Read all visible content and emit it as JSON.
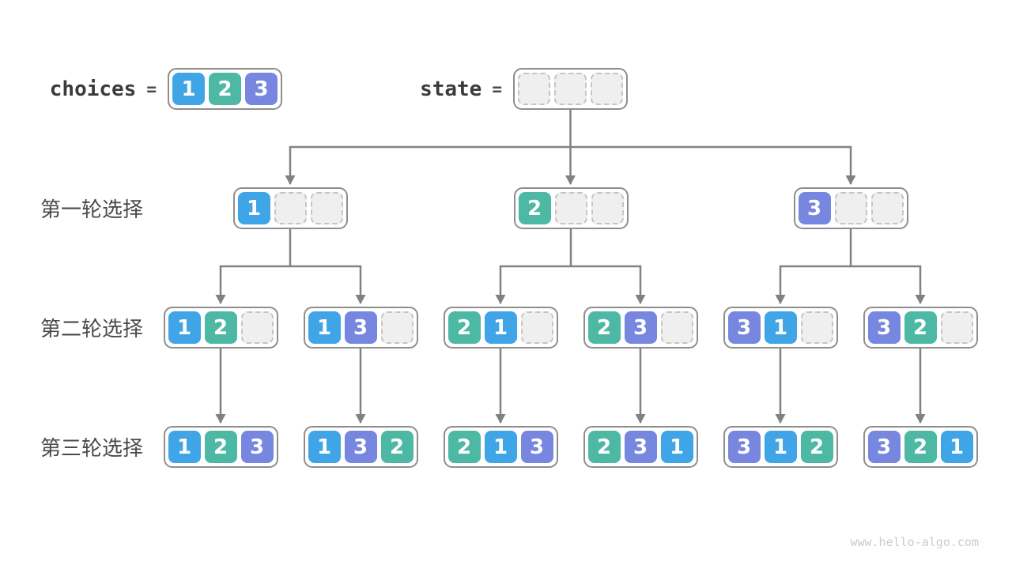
{
  "header": {
    "choices_label": "choices",
    "state_label": "state",
    "equals": "=",
    "choices_values": [
      "1",
      "2",
      "3"
    ],
    "state_cells": [
      null,
      null,
      null
    ]
  },
  "rows": [
    {
      "label": "第一轮选择",
      "nodes": [
        [
          "1",
          null,
          null
        ],
        [
          "2",
          null,
          null
        ],
        [
          "3",
          null,
          null
        ]
      ]
    },
    {
      "label": "第二轮选择",
      "nodes": [
        [
          "1",
          "2",
          null
        ],
        [
          "1",
          "3",
          null
        ],
        [
          "2",
          "1",
          null
        ],
        [
          "2",
          "3",
          null
        ],
        [
          "3",
          "1",
          null
        ],
        [
          "3",
          "2",
          null
        ]
      ]
    },
    {
      "label": "第三轮选择",
      "nodes": [
        [
          "1",
          "2",
          "3"
        ],
        [
          "1",
          "3",
          "2"
        ],
        [
          "2",
          "1",
          "3"
        ],
        [
          "2",
          "3",
          "1"
        ],
        [
          "3",
          "1",
          "2"
        ],
        [
          "3",
          "2",
          "1"
        ]
      ]
    }
  ],
  "watermark": "www.hello-algo.com",
  "palette": {
    "1": "#3fa5e6",
    "2": "#4db9a5",
    "3": "#7787df",
    "empty_fill": "#efefef",
    "empty_border": "#c4c4c4",
    "container_border": "#8e8e8e",
    "arrow": "#818181",
    "label_text": "#4a4a4a",
    "watermark_text": "#cbcbcb"
  }
}
